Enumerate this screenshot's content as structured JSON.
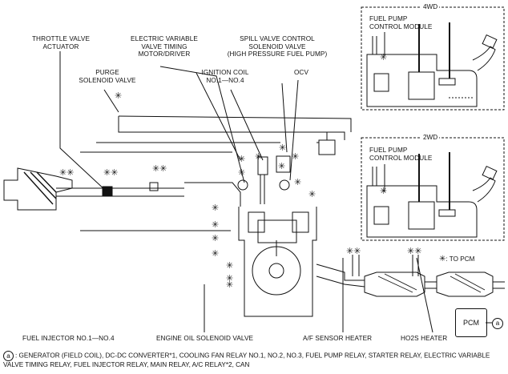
{
  "labels": {
    "throttle": "THROTTLE VALVE\nACTUATOR",
    "evvt": "ELECTRIC VARIABLE\nVALVE TIMING\nMOTOR/DRIVER",
    "spill": "SPILL VALVE CONTROL\nSOLENOID VALVE\n(HIGH PRESSURE FUEL PUMP)",
    "purge": "PURGE\nSOLENOID VALVE",
    "ignition": "IGNITION COIL\nNO.1—NO.4",
    "ocv": "OCV",
    "fuel_pump_4wd": "FUEL PUMP\nCONTROL MODULE",
    "fuel_pump_2wd": "FUEL PUMP\nCONTROL MODULE",
    "injector": "FUEL INJECTOR NO.1—NO.4",
    "oil_solenoid": "ENGINE OIL SOLENOID VALVE",
    "af_heater": "A/F SENSOR HEATER",
    "ho2s_heater": "HO2S HEATER"
  },
  "sections": {
    "fwd4": "4WD",
    "fwd2": "2WD"
  },
  "legend": {
    "mark": "✳",
    "text": ": TO PCM"
  },
  "pcm": {
    "label": "PCM",
    "ref": "a"
  },
  "marks": {
    "single": "✳",
    "double": "✳✳"
  },
  "footnote": {
    "ref": "a",
    "text": ": GENERATOR (FIELD COIL), DC-DC CONVERTER*1, COOLING FAN RELAY NO.1, NO.2, NO.3, FUEL PUMP RELAY, STARTER RELAY, ELECTRIC VARIABLE VALVE TIMING RELAY, FUEL INJECTOR RELAY, MAIN RELAY, A/C RELAY*2, CAN"
  }
}
